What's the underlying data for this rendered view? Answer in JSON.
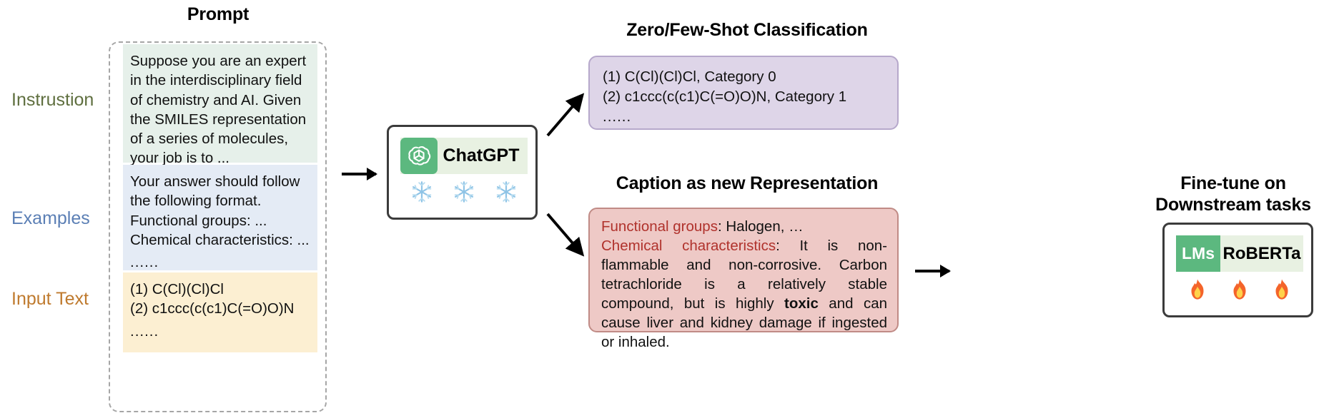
{
  "prompt": {
    "title": "Prompt",
    "labels": {
      "instruction": "Instrustion",
      "examples": "Examples",
      "input_text": "Input Text"
    },
    "blocks": {
      "instruction": "Suppose you are an expert in the interdisciplinary field of chemistry and AI. Given the SMILES representation of a series of molecules, your job is to ...",
      "examples_line1": "Your answer should follow the following format.",
      "examples_line2": "Functional groups: ...",
      "examples_line3": "Chemical characteristics: ...",
      "examples_dots": "......",
      "input_line1": "(1) C(Cl)(Cl)Cl",
      "input_line2": "(2) c1ccc(c(c1)C(=O)O)N",
      "input_dots": "......"
    },
    "colors": {
      "instruction_bg": "#e6f0ea",
      "examples_bg": "#e4ebf5",
      "input_bg": "#fcefd2",
      "instruction_label": "#5f6f3f",
      "examples_label": "#5b7fb5",
      "input_label": "#bf7a2e",
      "dashed_border": "#a6a6a6"
    }
  },
  "model": {
    "name": "ChatGPT",
    "logo_icon": "openai-logo-icon",
    "frozen_icon": "snowflake-icon",
    "frozen_count": 3,
    "tile_color": "#5cb87f",
    "head_bg": "#e8f1e2"
  },
  "zero_few_shot": {
    "title": "Zero/Few-Shot Classification",
    "line1": "(1) C(Cl)(Cl)Cl, Category 0",
    "line2": "(2) c1ccc(c(c1)C(=O)O)N, Category 1",
    "dots": "......",
    "bg": "#ded5e8",
    "border": "#b6a8cb"
  },
  "caption": {
    "title": "Caption as new Representation",
    "key1": "Functional groups",
    "value1": ": Halogen, …",
    "key2": "Chemical characteristics",
    "value2a": ": It is non-flammable and non-corrosive. Carbon tetrachloride is a relatively stable compound, but is highly ",
    "bold": "toxic",
    "value2b": " and can cause liver and kidney damage if ingested or inhaled.",
    "bg": "#eec9c6",
    "border": "#c08b86",
    "key_color": "#b0322c"
  },
  "finetune": {
    "title_line1": "Fine-tune on",
    "title_line2": "Downstream tasks",
    "lms_badge": "LMs",
    "model_name": "RoBERTa",
    "trainable_icon": "fire-icon",
    "trainable_count": 3,
    "tile_color": "#5cb87f",
    "head_bg": "#e8f1e2"
  }
}
